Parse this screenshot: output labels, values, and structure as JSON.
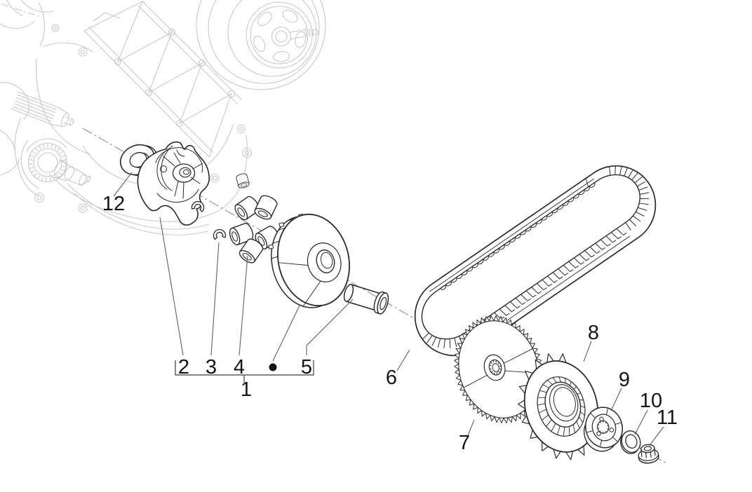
{
  "diagram": {
    "kind": "exploded-parts-diagram",
    "background_color": "#ffffff",
    "ink_color": "#2a2a2a",
    "ghost_color": "#c9c9c9",
    "leader_color": "#5f5f5f",
    "label_color": "#141414",
    "callouts": {
      "1": "1",
      "2": "2",
      "3": "3",
      "4": "4",
      "5": "5",
      "6": "6",
      "7": "7",
      "8": "8",
      "9": "9",
      "10": "10",
      "11": "11",
      "12": "12"
    },
    "bullet_marker": "•",
    "bracket_group": {
      "label": "1",
      "members": [
        "2",
        "3",
        "4",
        "•",
        "5"
      ]
    }
  }
}
